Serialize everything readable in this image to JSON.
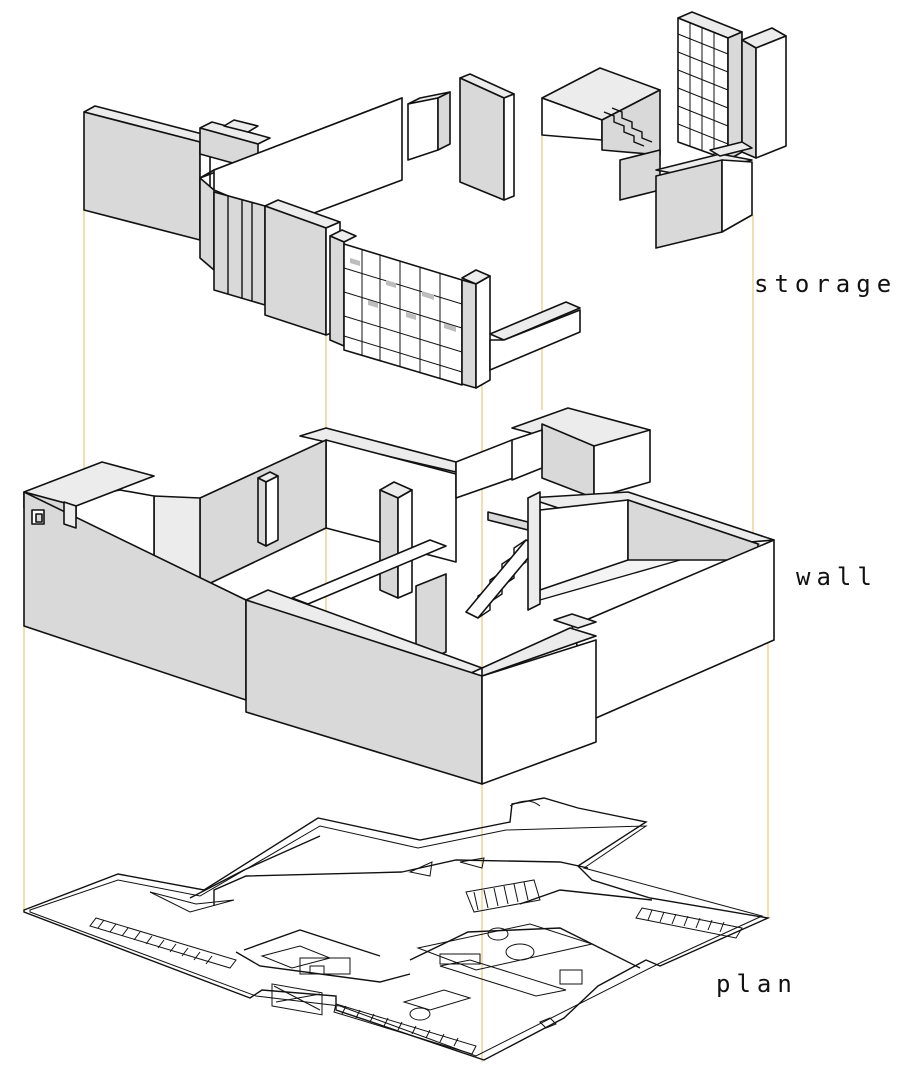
{
  "diagram": {
    "layers": [
      {
        "id": "storage",
        "label": "storage"
      },
      {
        "id": "wall",
        "label": "wall"
      },
      {
        "id": "plan",
        "label": "plan"
      }
    ]
  },
  "colors": {
    "guide_line": "#e9c77a",
    "shade_dark": "#d9d9d9",
    "shade_mid": "#ececec",
    "outline": "#111111"
  }
}
